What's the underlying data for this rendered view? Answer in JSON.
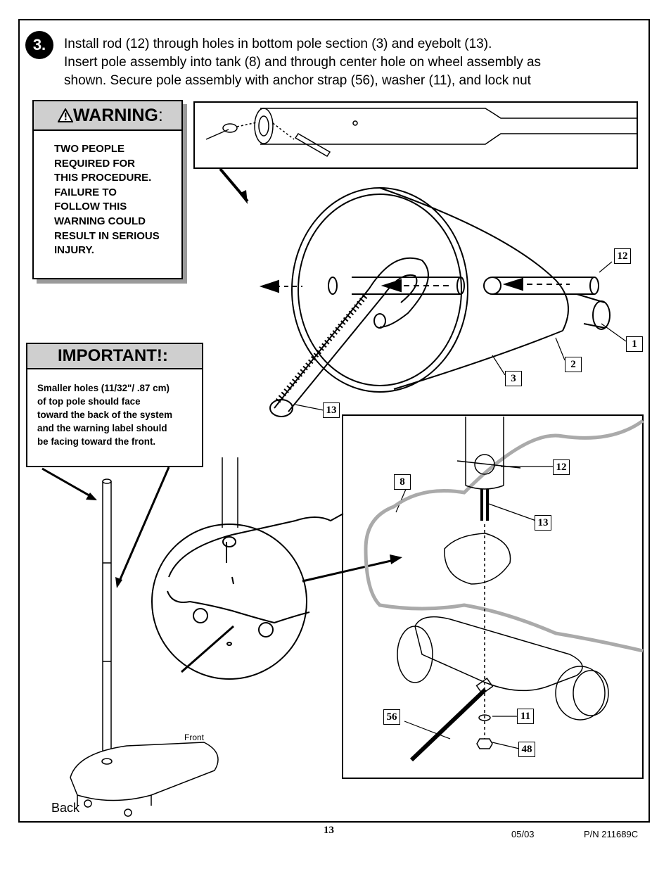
{
  "step": {
    "number": "3.",
    "lines": [
      "Install rod (12) through holes in bottom pole section (3) and eyebolt (13).",
      "Insert pole assembly into tank (8) and through center hole on wheel assembly as",
      "shown.  Secure pole assembly with anchor strap (56), washer (11), and lock nut"
    ]
  },
  "warning": {
    "title": "WARNING",
    "colon": ":",
    "icon": "warning-triangle-icon",
    "lines": [
      "TWO PEOPLE",
      "REQUIRED FOR",
      "THIS PROCEDURE.",
      "FAILURE TO",
      "FOLLOW THIS",
      "WARNING COULD",
      "RESULT IN SERIOUS",
      "INJURY."
    ]
  },
  "important": {
    "title": "IMPORTANT!:",
    "lines": [
      "Smaller holes (11/32\"/ .87 cm)",
      "of top pole should face",
      "toward the back of the system",
      "and the warning label should",
      "be facing toward the front."
    ]
  },
  "callouts": {
    "c12a": "12",
    "c1": "1",
    "c2": "2",
    "c3": "3",
    "c13a": "13",
    "c8": "8",
    "c12b": "12",
    "c13b": "13",
    "c56": "56",
    "c11": "11",
    "c48": "48"
  },
  "labels": {
    "front": "Front",
    "back": "Back"
  },
  "footer": {
    "page": "13",
    "date": "05/03",
    "part_number": "P/N 211689C"
  }
}
